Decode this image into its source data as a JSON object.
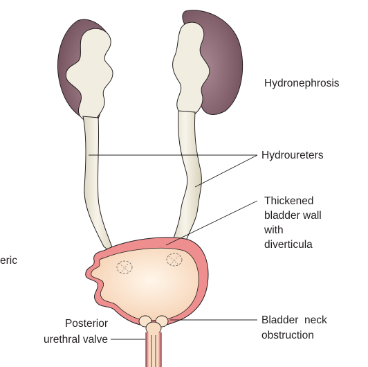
{
  "labels": {
    "hydronephrosis": "Hydronephrosis",
    "hydroureters": "Hydroureters",
    "thickened_wall": [
      "Thickened",
      "bladder wall",
      "with",
      "diverticula"
    ],
    "left_partial": "eric",
    "posterior_valve": [
      "Posterior",
      "urethral valve"
    ],
    "bladder_neck": [
      "Bladder  neck",
      "obstruction"
    ]
  },
  "colors": {
    "kidney_cortex": "#7a5762",
    "pelvis_fill": "#f1ede0",
    "ureter_fill": "#ece7d6",
    "bladder_fill": "#f8dcc4",
    "bladder_wall": "#ef8e8e",
    "outline": "#231f20"
  }
}
